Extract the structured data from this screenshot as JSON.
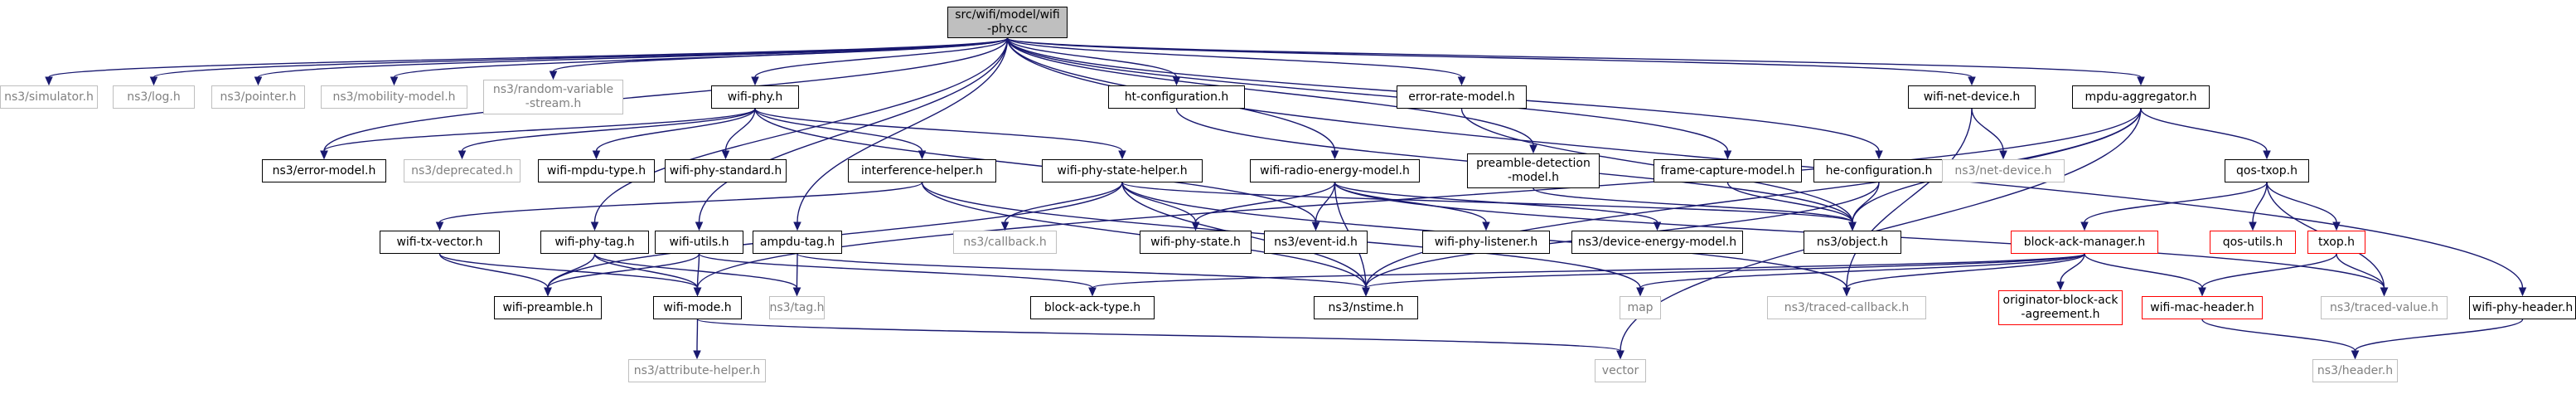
{
  "diagram": {
    "type": "include-dependency-graph",
    "colors": {
      "edge": "#191970",
      "root_fill": "#bfbfbf",
      "external_border": "#bfbfbf",
      "external_text": "#808080",
      "incomplete_border": "#ff0000"
    },
    "nodes": [
      {
        "id": "root",
        "label": "src/wifi/model/wifi\n-phy.cc",
        "kind": "root"
      },
      {
        "id": "simulator",
        "label": "ns3/simulator.h",
        "kind": "external"
      },
      {
        "id": "log",
        "label": "ns3/log.h",
        "kind": "external"
      },
      {
        "id": "pointer",
        "label": "ns3/pointer.h",
        "kind": "external"
      },
      {
        "id": "mobility",
        "label": "ns3/mobility-model.h",
        "kind": "external"
      },
      {
        "id": "randomvar",
        "label": "ns3/random-variable\n-stream.h",
        "kind": "external"
      },
      {
        "id": "wifiphyh",
        "label": "wifi-phy.h",
        "kind": "doc"
      },
      {
        "id": "htconf",
        "label": "ht-configuration.h",
        "kind": "doc"
      },
      {
        "id": "errrate",
        "label": "error-rate-model.h",
        "kind": "doc"
      },
      {
        "id": "netdev",
        "label": "wifi-net-device.h",
        "kind": "doc"
      },
      {
        "id": "mpdu",
        "label": "mpdu-aggregator.h",
        "kind": "doc"
      },
      {
        "id": "errmodel",
        "label": "ns3/error-model.h",
        "kind": "doc"
      },
      {
        "id": "deprecated",
        "label": "ns3/deprecated.h",
        "kind": "external"
      },
      {
        "id": "mpdutype",
        "label": "wifi-mpdu-type.h",
        "kind": "doc"
      },
      {
        "id": "phystd",
        "label": "wifi-phy-standard.h",
        "kind": "doc"
      },
      {
        "id": "interf",
        "label": "interference-helper.h",
        "kind": "doc"
      },
      {
        "id": "phystatehelper",
        "label": "wifi-phy-state-helper.h",
        "kind": "doc"
      },
      {
        "id": "radioenergy",
        "label": "wifi-radio-energy-model.h",
        "kind": "doc"
      },
      {
        "id": "preamble",
        "label": "preamble-detection\n-model.h",
        "kind": "doc"
      },
      {
        "id": "framecap",
        "label": "frame-capture-model.h",
        "kind": "doc"
      },
      {
        "id": "heconf",
        "label": "he-configuration.h",
        "kind": "doc"
      },
      {
        "id": "nsnetdev",
        "label": "ns3/net-device.h",
        "kind": "external"
      },
      {
        "id": "qostxop",
        "label": "qos-txop.h",
        "kind": "doc"
      },
      {
        "id": "txvector",
        "label": "wifi-tx-vector.h",
        "kind": "doc"
      },
      {
        "id": "phytag",
        "label": "wifi-phy-tag.h",
        "kind": "doc"
      },
      {
        "id": "utils",
        "label": "wifi-utils.h",
        "kind": "doc"
      },
      {
        "id": "ampdutag",
        "label": "ampdu-tag.h",
        "kind": "doc"
      },
      {
        "id": "callback",
        "label": "ns3/callback.h",
        "kind": "external"
      },
      {
        "id": "phystate",
        "label": "wifi-phy-state.h",
        "kind": "doc"
      },
      {
        "id": "eventid",
        "label": "ns3/event-id.h",
        "kind": "doc"
      },
      {
        "id": "phylistener",
        "label": "wifi-phy-listener.h",
        "kind": "doc"
      },
      {
        "id": "devenergy",
        "label": "ns3/device-energy-model.h",
        "kind": "doc"
      },
      {
        "id": "object",
        "label": "ns3/object.h",
        "kind": "doc"
      },
      {
        "id": "bam",
        "label": "block-ack-manager.h",
        "kind": "incomplete"
      },
      {
        "id": "qosutils",
        "label": "qos-utils.h",
        "kind": "incomplete"
      },
      {
        "id": "txop",
        "label": "txop.h",
        "kind": "incomplete"
      },
      {
        "id": "preamblenode",
        "label": "wifi-preamble.h",
        "kind": "doc"
      },
      {
        "id": "mode",
        "label": "wifi-mode.h",
        "kind": "doc"
      },
      {
        "id": "tag",
        "label": "ns3/tag.h",
        "kind": "external"
      },
      {
        "id": "blockacktype",
        "label": "block-ack-type.h",
        "kind": "doc"
      },
      {
        "id": "nstime",
        "label": "ns3/nstime.h",
        "kind": "doc"
      },
      {
        "id": "map",
        "label": "map",
        "kind": "external"
      },
      {
        "id": "tracedcb",
        "label": "ns3/traced-callback.h",
        "kind": "external"
      },
      {
        "id": "orig",
        "label": "originator-block-ack\n-agreement.h",
        "kind": "incomplete"
      },
      {
        "id": "machdr",
        "label": "wifi-mac-header.h",
        "kind": "incomplete"
      },
      {
        "id": "tracedval",
        "label": "ns3/traced-value.h",
        "kind": "external"
      },
      {
        "id": "phyheader",
        "label": "wifi-phy-header.h",
        "kind": "doc"
      },
      {
        "id": "attrhelper",
        "label": "ns3/attribute-helper.h",
        "kind": "external"
      },
      {
        "id": "vector",
        "label": "vector",
        "kind": "external"
      },
      {
        "id": "header",
        "label": "ns3/header.h",
        "kind": "external"
      }
    ],
    "edges": [
      [
        "root",
        "simulator"
      ],
      [
        "root",
        "log"
      ],
      [
        "root",
        "pointer"
      ],
      [
        "root",
        "mobility"
      ],
      [
        "root",
        "randomvar"
      ],
      [
        "root",
        "wifiphyh"
      ],
      [
        "root",
        "htconf"
      ],
      [
        "root",
        "errrate"
      ],
      [
        "root",
        "netdev"
      ],
      [
        "root",
        "mpdu"
      ],
      [
        "root",
        "errmodel"
      ],
      [
        "root",
        "phytag"
      ],
      [
        "root",
        "utils"
      ],
      [
        "root",
        "ampdutag"
      ],
      [
        "root",
        "radioenergy"
      ],
      [
        "root",
        "preamble"
      ],
      [
        "root",
        "framecap"
      ],
      [
        "root",
        "heconf"
      ],
      [
        "root",
        "phyheader"
      ],
      [
        "wifiphyh",
        "errmodel"
      ],
      [
        "wifiphyh",
        "deprecated"
      ],
      [
        "wifiphyh",
        "mpdutype"
      ],
      [
        "wifiphyh",
        "phystd"
      ],
      [
        "wifiphyh",
        "interf"
      ],
      [
        "wifiphyh",
        "phystatehelper"
      ],
      [
        "wifiphyh",
        "eventid"
      ],
      [
        "htconf",
        "object"
      ],
      [
        "errrate",
        "object"
      ],
      [
        "preamble",
        "object"
      ],
      [
        "framecap",
        "object"
      ],
      [
        "heconf",
        "object"
      ],
      [
        "heconf",
        "nstime"
      ],
      [
        "netdev",
        "nsnetdev"
      ],
      [
        "netdev",
        "tracedcb"
      ],
      [
        "mpdu",
        "qostxop"
      ],
      [
        "mpdu",
        "object"
      ],
      [
        "mpdu",
        "nstime"
      ],
      [
        "mpdu",
        "mode"
      ],
      [
        "mpdu",
        "vector"
      ],
      [
        "interf",
        "txvector"
      ],
      [
        "interf",
        "nstime"
      ],
      [
        "interf",
        "map"
      ],
      [
        "phystatehelper",
        "callback"
      ],
      [
        "phystatehelper",
        "phystate"
      ],
      [
        "phystatehelper",
        "object"
      ],
      [
        "phystatehelper",
        "preamblenode"
      ],
      [
        "phystatehelper",
        "nstime"
      ],
      [
        "phystatehelper",
        "tracedcb"
      ],
      [
        "radioenergy",
        "phystate"
      ],
      [
        "radioenergy",
        "eventid"
      ],
      [
        "radioenergy",
        "phylistener"
      ],
      [
        "radioenergy",
        "devenergy"
      ],
      [
        "radioenergy",
        "nstime"
      ],
      [
        "radioenergy",
        "tracedval"
      ],
      [
        "qostxop",
        "bam"
      ],
      [
        "qostxop",
        "qosutils"
      ],
      [
        "qostxop",
        "txop"
      ],
      [
        "qostxop",
        "tracedval"
      ],
      [
        "txvector",
        "preamblenode"
      ],
      [
        "txvector",
        "mode"
      ],
      [
        "phytag",
        "preamblenode"
      ],
      [
        "phytag",
        "mode"
      ],
      [
        "phytag",
        "tag"
      ],
      [
        "utils",
        "mode"
      ],
      [
        "utils",
        "preamblenode"
      ],
      [
        "utils",
        "blockacktype"
      ],
      [
        "ampdutag",
        "tag"
      ],
      [
        "ampdutag",
        "nstime"
      ],
      [
        "bam",
        "blockacktype"
      ],
      [
        "bam",
        "nstime"
      ],
      [
        "bam",
        "map"
      ],
      [
        "bam",
        "tracedcb"
      ],
      [
        "bam",
        "orig"
      ],
      [
        "bam",
        "machdr"
      ],
      [
        "txop",
        "tracedval"
      ],
      [
        "txop",
        "machdr"
      ],
      [
        "mode",
        "attrhelper"
      ],
      [
        "mode",
        "vector"
      ],
      [
        "machdr",
        "header"
      ],
      [
        "phyheader",
        "header"
      ]
    ]
  }
}
